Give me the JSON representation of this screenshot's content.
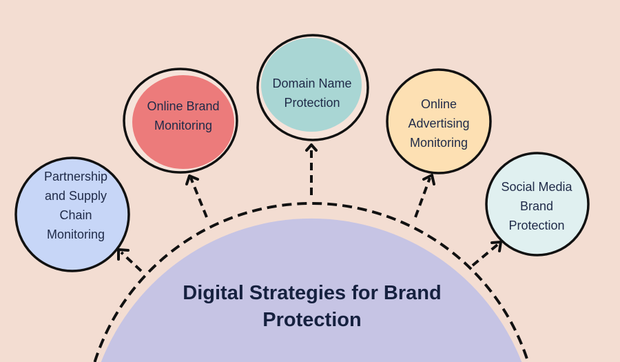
{
  "title": {
    "lines": [
      "Digital Strategies for Brand",
      "Protection"
    ]
  },
  "nodes": [
    {
      "id": "partnership",
      "lines": [
        "Partnership",
        "and Supply",
        "Chain",
        "Monitoring"
      ],
      "color": "#c7d6f7"
    },
    {
      "id": "online-brand",
      "lines": [
        "Online Brand",
        "Monitoring"
      ],
      "color": "#ec7b7b"
    },
    {
      "id": "domain-name",
      "lines": [
        "Domain Name",
        "Protection"
      ],
      "color": "#a9d6d4"
    },
    {
      "id": "online-advertising",
      "lines": [
        "Online",
        "Advertising",
        "Monitoring"
      ],
      "color": "#fde0b3"
    },
    {
      "id": "social-media",
      "lines": [
        "Social Media",
        "Brand",
        "Protection"
      ],
      "color": "#e0f0f0"
    }
  ],
  "colors": {
    "background": "#f3ddd2",
    "center": "#c6c4e4",
    "text": "#1f2a48"
  }
}
